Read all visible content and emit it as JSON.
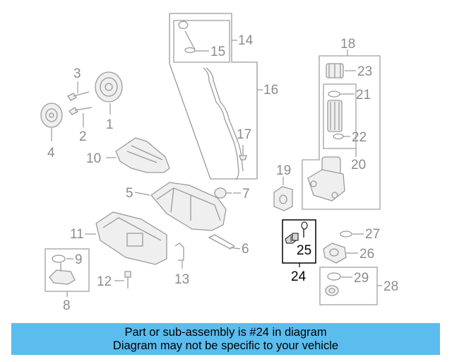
{
  "callouts": {
    "n1": "1",
    "n2": "2",
    "n3": "3",
    "n4": "4",
    "n5": "5",
    "n6": "6",
    "n7": "7",
    "n8": "8",
    "n9": "9",
    "n10": "10",
    "n11": "11",
    "n12": "12",
    "n13": "13",
    "n14": "14",
    "n15": "15",
    "n16": "16",
    "n17": "17",
    "n18": "18",
    "n19": "19",
    "n20": "20",
    "n21": "21",
    "n22": "22",
    "n23": "23",
    "n24": "24",
    "n25": "25",
    "n26": "26",
    "n27": "27",
    "n28": "28",
    "n29": "29"
  },
  "highlighted_part": "24",
  "colors": {
    "banner": "#5bbcee",
    "callout": "#8c8c8c",
    "highlight": "#000000"
  },
  "banner": {
    "line1": "Part or sub-assembly is #24 in diagram",
    "line2": "Diagram may not be specific to your vehicle"
  }
}
